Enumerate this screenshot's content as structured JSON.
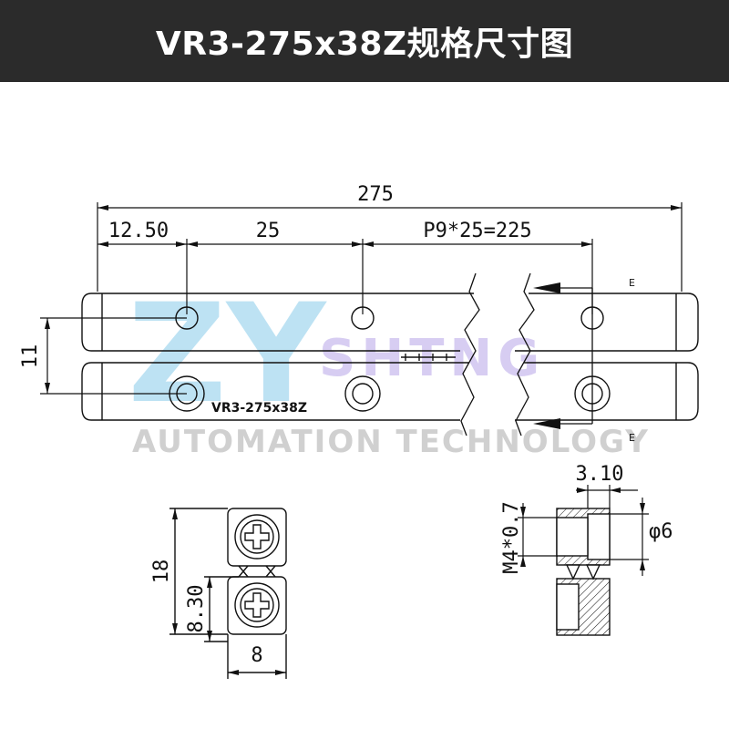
{
  "title": "VR3-275x38Z规格尺寸图",
  "part_label": "VR3-275x38Z",
  "dimensions": {
    "overall_length": "275",
    "end_offset": "12.50",
    "pitch": "25",
    "pitch_total": "P9*25=225",
    "rail_spacing": "11",
    "section_height": "18",
    "section_half_height": "8.30",
    "section_width": "8",
    "counterbore_depth": "3.10",
    "thread": "M4*0.7",
    "counterbore_diameter": "φ6",
    "section_mark_top": "E",
    "section_mark_bottom": "E"
  },
  "watermark": {
    "logo": "ZY",
    "brand": "SHTNG",
    "tagline": "AUTOMATION TECHNOLOGY"
  }
}
